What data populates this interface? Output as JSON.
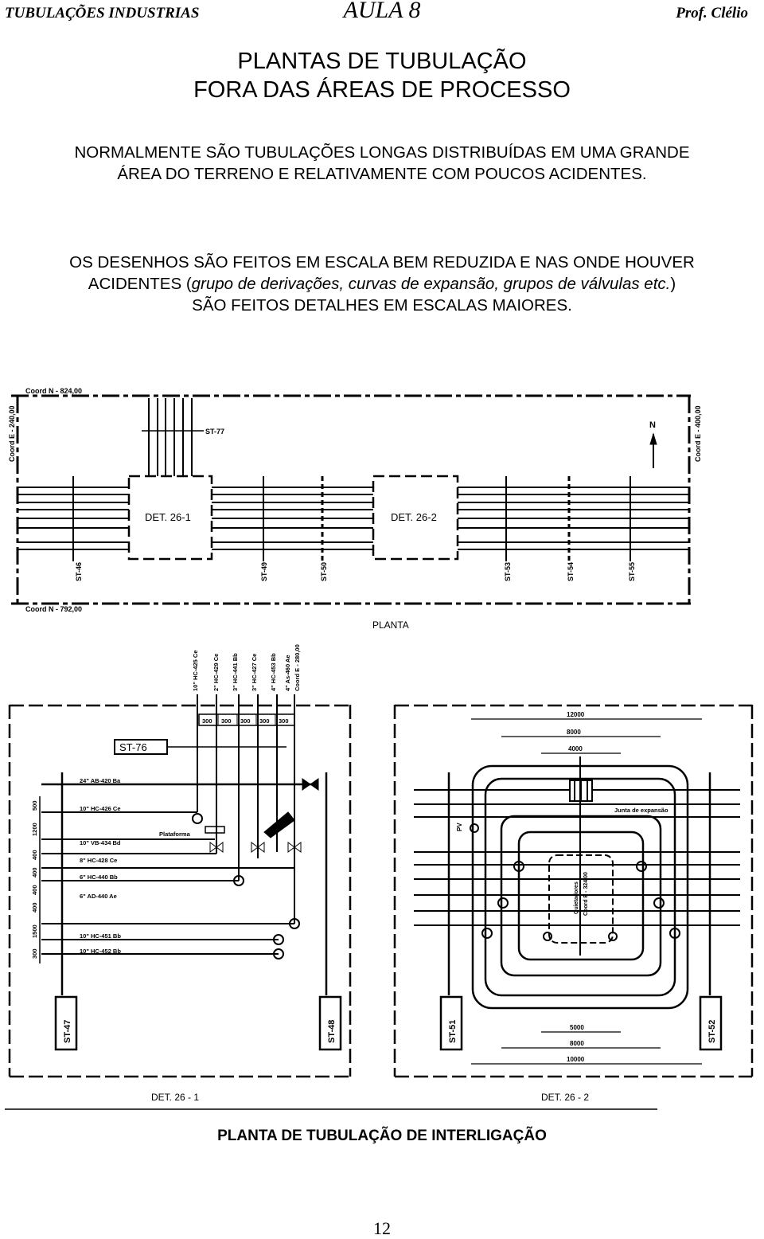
{
  "header": {
    "left": "TUBULAÇÕES INDUSTRIAS",
    "center": "AULA 8",
    "right": "Prof. Clélio"
  },
  "title": {
    "line1": "PLANTAS DE TUBULAÇÃO",
    "line2": "FORA DAS ÁREAS DE PROCESSO"
  },
  "paragraph1": {
    "line1": "NORMALMENTE SÃO TUBULAÇÕES LONGAS DISTRIBUÍDAS EM UMA GRANDE",
    "line2": "ÁREA DO TERRENO E RELATIVAMENTE COM POUCOS ACIDENTES."
  },
  "paragraph2": {
    "line1": "OS DESENHOS SÃO FEITOS EM ESCALA BEM REDUZIDA E NAS ONDE HOUVER",
    "line2_prefix": "ACIDENTES (",
    "line2_italic": "grupo de derivações, curvas de expansão, grupos de válvulas etc.",
    "line2_suffix": ")",
    "line3": "SÃO FEITOS DETALHES EM ESCALAS MAIORES."
  },
  "plan": {
    "coord_top": "Coord N - 824,00",
    "coord_bottom": "Coord N - 792,00",
    "coord_left": "Coord E - 240,00",
    "coord_right": "Coord E - 400,00",
    "st77": "ST-77",
    "north": "N",
    "det1": "DET. 26-1",
    "det2": "DET. 26-2",
    "sts": [
      "ST-46",
      "ST-49",
      "ST-50",
      "ST-53",
      "ST-54",
      "ST-55"
    ],
    "label": "PLANTA"
  },
  "det1": {
    "vertical_lines": [
      "10\" HC-425 Ce",
      "2\" HC-429 Ce",
      "3\" HC-441 Bb",
      "3\" HC-427 Ce",
      "4\" HC-453 Bb",
      "4\" As-460 Ae",
      "Coord E - 280,00"
    ],
    "spacings": [
      "300",
      "300",
      "300",
      "300",
      "300"
    ],
    "st76": "ST-76",
    "lines": [
      "24\" AB-420 Ba",
      "10\" HC-426 Ce",
      "10\" VB-434 Bd",
      "8\" HC-428 Ce",
      "6\" HC-440 Bb",
      "6\" AD-440 Ae",
      "10\" HC-451 Bb",
      "10\" HC-452 Bb"
    ],
    "left_dims": [
      "500",
      "1200",
      "400",
      "400",
      "400",
      "400",
      "1500",
      "300"
    ],
    "plataforma": "Plataforma",
    "st47": "ST-47",
    "st48": "ST-48",
    "label": "DET. 26 - 1"
  },
  "det2": {
    "dims_top": [
      "12000",
      "8000",
      "4000"
    ],
    "dims_bottom": [
      "5000",
      "8000",
      "10000"
    ],
    "junta": "Junta de expansão",
    "pv": "PV",
    "quiet": "Quietadores",
    "coord": "Coord E - 324,00",
    "st51": "ST-51",
    "st52": "ST-52",
    "label": "DET. 26 - 2"
  },
  "caption": "PLANTA DE TUBULAÇÃO DE INTERLIGAÇÃO",
  "page_number": "12"
}
